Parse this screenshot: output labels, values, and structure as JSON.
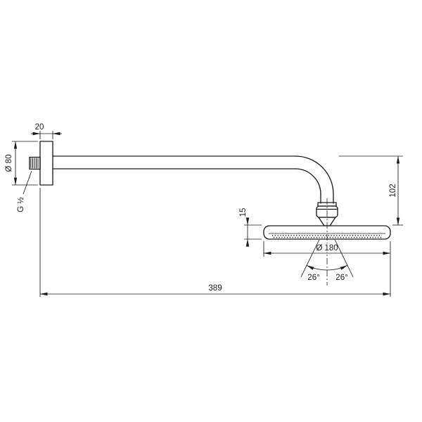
{
  "drawing": {
    "type": "technical-dimension-drawing",
    "subject": "wall-mounted shower arm with overhead shower head, side view",
    "colors": {
      "line": "#1d1d1b",
      "background": "#ffffff"
    },
    "labels": {
      "arm_wall_offset": "20",
      "escutcheon_diameter": "Ø 80",
      "thread_size": "G ½",
      "drop_height": "102",
      "head_height": "15",
      "head_diameter": "Ø 180",
      "spray_angle_left": "26°",
      "spray_angle_right": "26°",
      "projection_length": "389"
    }
  }
}
